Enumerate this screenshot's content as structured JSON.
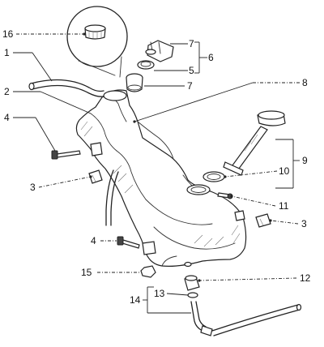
{
  "diagram": {
    "callouts": [
      {
        "id": "c16",
        "text": "16"
      },
      {
        "id": "c1",
        "text": "1"
      },
      {
        "id": "c2",
        "text": "2"
      },
      {
        "id": "c4a",
        "text": "4"
      },
      {
        "id": "c3a",
        "text": "3"
      },
      {
        "id": "c7a",
        "text": "7"
      },
      {
        "id": "c5",
        "text": "5"
      },
      {
        "id": "c6",
        "text": "6"
      },
      {
        "id": "c7b",
        "text": "7"
      },
      {
        "id": "c8",
        "text": "8"
      },
      {
        "id": "c9",
        "text": "9"
      },
      {
        "id": "c10",
        "text": "10"
      },
      {
        "id": "c11",
        "text": "11"
      },
      {
        "id": "c3b",
        "text": "3"
      },
      {
        "id": "c4b",
        "text": "4"
      },
      {
        "id": "c15",
        "text": "15"
      },
      {
        "id": "c12",
        "text": "12"
      },
      {
        "id": "c13",
        "text": "13"
      },
      {
        "id": "c14",
        "text": "14"
      }
    ]
  }
}
